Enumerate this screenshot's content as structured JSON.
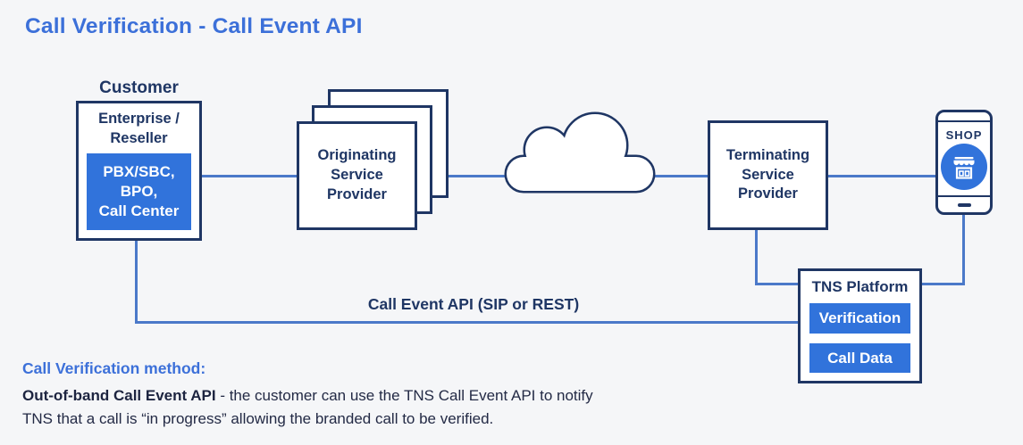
{
  "title": "Call Verification - Call Event API",
  "colors": {
    "background": "#f5f6f8",
    "navy": "#1f3664",
    "blue_fill": "#3173db",
    "accent_blue": "#3c70d9",
    "line_blue": "#4b79c9"
  },
  "customer": {
    "heading": "Customer",
    "box_label": "Enterprise /\nReseller",
    "inner_label": "PBX/SBC,\nBPO,\nCall Center"
  },
  "originating": {
    "label": "Originating\nService\nProvider"
  },
  "terminating": {
    "label": "Terminating\nService\nProvider"
  },
  "phone": {
    "shop_label": "SHOP"
  },
  "tns": {
    "title": "TNS Platform",
    "buttons": [
      "Verification",
      "Call Data"
    ]
  },
  "api_line": {
    "label": "Call Event API (SIP or REST)"
  },
  "icons": {
    "cloud": "cloud-icon",
    "storefront": "storefront-icon",
    "home": "home-indicator-icon"
  },
  "footer": {
    "heading": "Call Verification method:",
    "lead_bold": "Out-of-band Call Event API",
    "body": " - the customer can use the TNS Call Event API to notify TNS that a call is “in progress” allowing the branded call to be verified."
  }
}
